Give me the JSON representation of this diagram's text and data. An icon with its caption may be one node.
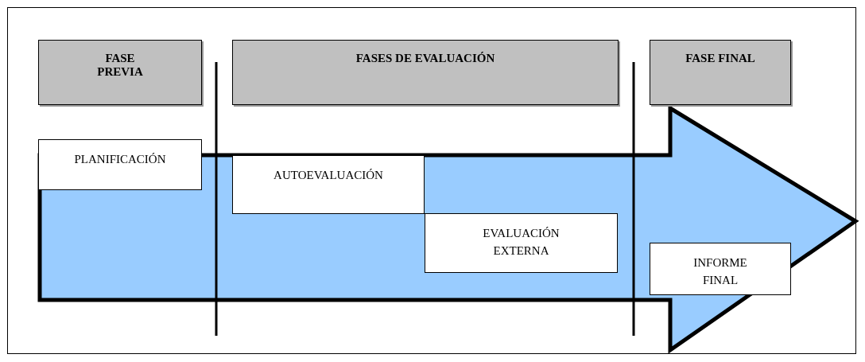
{
  "diagram": {
    "nodes": [
      {
        "text": [
          "FASE PREVIA"
        ]
      },
      {
        "text": [
          "FASES DE EVALUACIÓN"
        ]
      },
      {
        "text": [
          "FASE FINAL"
        ]
      },
      {
        "text": [],
        "shape": "arrow"
      },
      {
        "text": [
          "PLANIFICACIÓN"
        ],
        "in": 3
      },
      {
        "text": [
          "AUTOEVALUACIÓN"
        ],
        "in": 3
      },
      {
        "text": [
          "EVALUACIÓN EXTERNA"
        ],
        "in": 3
      },
      {
        "text": [
          "INFORME FINAL"
        ],
        "in": 3
      }
    ],
    "edges": []
  }
}
